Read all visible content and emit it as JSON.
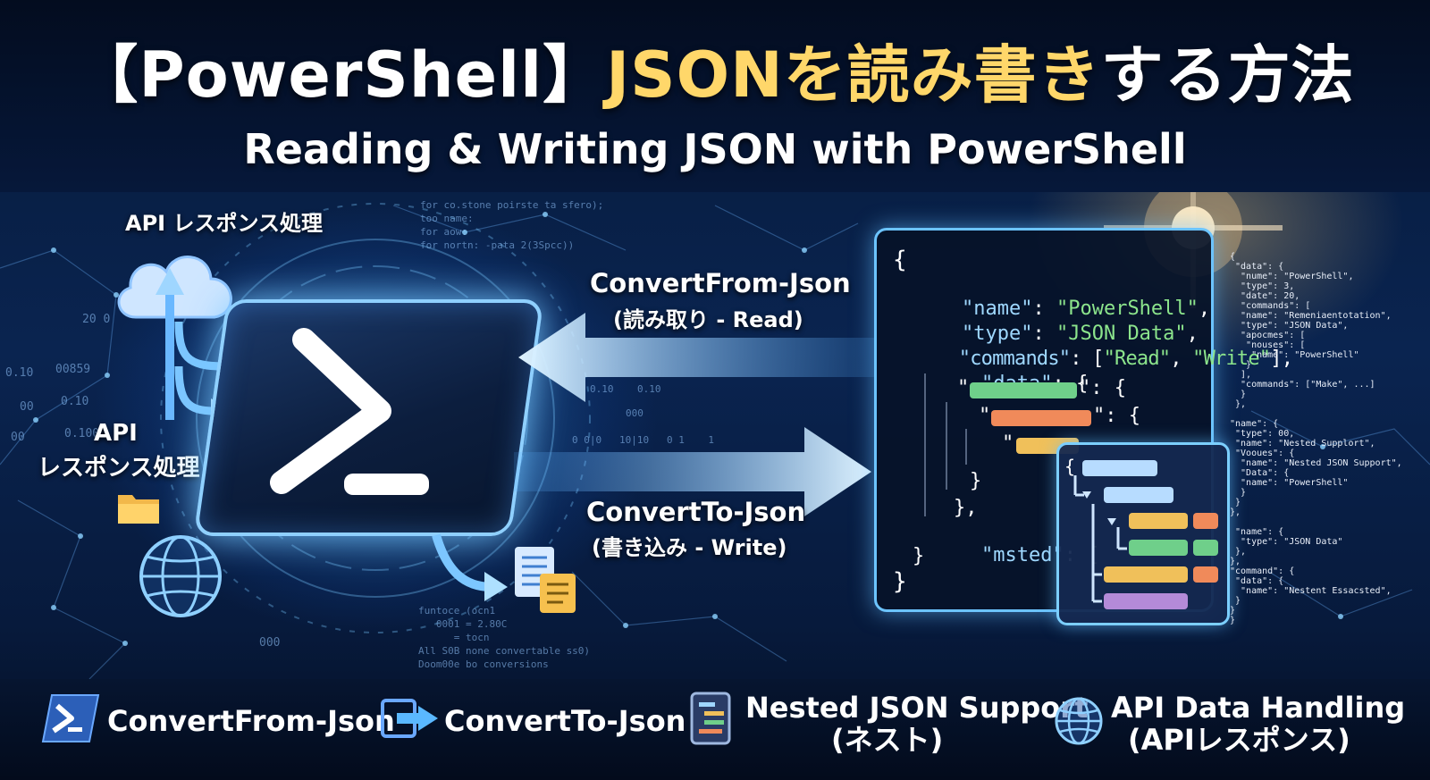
{
  "title": {
    "bracket_open": "【",
    "product": "PowerShell",
    "bracket_close": "】",
    "highlight": "JSONを読み書き",
    "rest": "する方法",
    "subtitle": "Reading & Writing JSON with PowerShell"
  },
  "labels": {
    "api_top": "API レスポンス処理",
    "api_left_1": "API",
    "api_left_2": "レスポンス処理",
    "from_cmd": "ConvertFrom-Json",
    "from_sub": "(読み取り - Read)",
    "to_cmd": "ConvertTo-Json",
    "to_sub": "(書き込み - Write)"
  },
  "json_code": {
    "open": "{",
    "name_key": "\"name\"",
    "name_val": "\"PowerShell\"",
    "type_key": "\"type\"",
    "type_val": "\"JSON Data\"",
    "commands_key": "\"commands\"",
    "cmd_read": "\"Read\"",
    "cmd_write": "\"Write\"",
    "data_key": "\"data\"",
    "msted_key": "\"msted\"",
    "close": "}"
  },
  "side_code": "{\n \"data\": {\n  \"nume\": \"PowerShell\",\n  \"type\": 3,\n  \"date\": 20,\n  \"commands\": [\n  \"name\": \"Remeniaentotation\",\n  \"type\": \"JSON Data\",\n  \"apocmes\": [\n   \"nouses\": [\n    \"name\": \"PowerShell\"\n   }\n  ],\n  \"commands\": [\"Make\", ...]\n  }\n },\n\n\"name\": {\n \"type\": 00,\n \"name\": \"Nested Supplort\",\n \"Vooues\": {\n  \"name\": \"Nested JSON Support\",\n  \"Data\": {\n  \"name\": \"PowerShell\"\n  }\n }\n},\n\n \"name\": {\n  \"type\": \"JSON Data\"\n },\n},\n\"command\": {\n \"data\": {\n  \"name\": \"Nestent Essacsted\",\n }\n}\n}",
  "deco_text": {
    "code_top": "for co.stone poirste ta sfero);\ntoo name:\nfor aow:\nfor nortn: -pata 2(3Spcc))",
    "n1": "20 0",
    "n2": "0.10",
    "n3": "00859",
    "n4": "0.10",
    "n5": "00",
    "n6": "0.100",
    "n7": "00",
    "mid1": "0.10    0.10",
    "mid2": "000",
    "mid3": "0 0|0   10|10   0 1    1",
    "bottom": "funtoce (ocn1\n   0001 = 2.80C\n      = tocn\nAll S0B none convertable ss0)\nDoom00e bo conversions",
    "b2": "000"
  },
  "features": [
    {
      "line1": "ConvertFrom-Json",
      "line2": "",
      "icon": "powershell-icon"
    },
    {
      "line1": "ConvertTo-Json",
      "line2": "",
      "icon": "convert-arrow-icon"
    },
    {
      "line1": "Nested JSON Support",
      "line2": "(ネスト)",
      "icon": "nested-document-icon"
    },
    {
      "line1": "API Data Handling",
      "line2": "(APIレスポンス)",
      "icon": "globe-icon"
    }
  ],
  "colors": {
    "accent": "#ffd76a",
    "glow": "#8fd0ff",
    "background": "#061a3a",
    "bar_green": "#6fcf8a",
    "bar_orange": "#f08a5a",
    "bar_yellow": "#f0c05a",
    "bar_blue": "#b7dcff",
    "bar_purple": "#b48ad8"
  }
}
